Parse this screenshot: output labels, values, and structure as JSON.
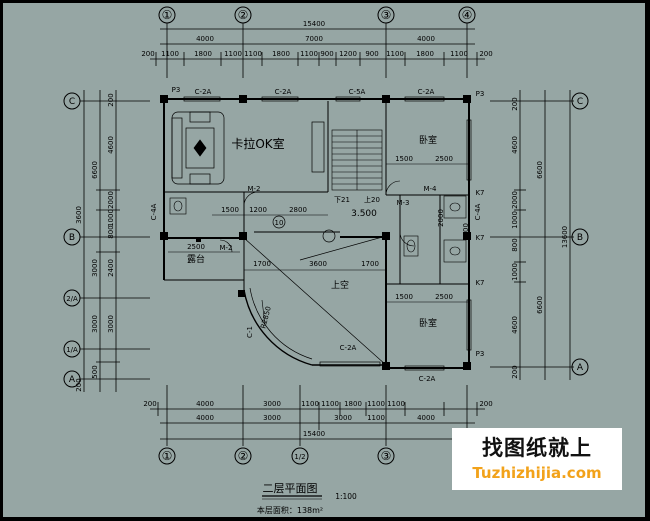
{
  "drawing": {
    "title": "二层平面图",
    "scale": "1:100",
    "area_label": "本层面积：138m²"
  },
  "axes": {
    "top": [
      "①",
      "②",
      "③",
      "④"
    ],
    "bottom": [
      "①",
      "②",
      "1/2",
      "③"
    ],
    "left": [
      "C",
      "B",
      "2/A",
      "1/A",
      "A"
    ],
    "right": [
      "C",
      "B",
      "A"
    ]
  },
  "dims": {
    "top_total": "15400",
    "top_row1": [
      "4000",
      "7000",
      "4000"
    ],
    "top_row2": [
      "200",
      "1100",
      "1800",
      "1100",
      "1100",
      "1800",
      "1100",
      "900",
      "1200",
      "900",
      "1100",
      "1800",
      "1100",
      "200"
    ],
    "bottom_row1": [
      "200",
      "4000",
      "3000",
      "1100",
      "1100",
      "1800",
      "1100",
      "1100",
      "200"
    ],
    "bottom_row2": [
      "4000",
      "3000",
      "3000",
      "1100",
      "4000"
    ],
    "bottom_total": "15400",
    "left_outer": [
      "3600",
      "6600",
      "3000",
      "3000"
    ],
    "left_mid": [
      "4600",
      "2000",
      "800",
      "1000",
      "2400",
      "3000",
      "3000"
    ],
    "left_inner": [
      "200",
      "1000",
      "500",
      "200"
    ],
    "right_outer": [
      "13600"
    ],
    "right_mid": [
      "6600",
      "6600"
    ],
    "right_inner": [
      "4600",
      "2000",
      "1000",
      "800",
      "1100",
      "1000",
      "4600",
      "200",
      "200"
    ],
    "inner": [
      "1500",
      "2500",
      "1500",
      "2500",
      "1500",
      "2800",
      "2500",
      "1700",
      "3600",
      "1700",
      "1200",
      "2000",
      "1100"
    ]
  },
  "rooms": [
    "卡拉OK室",
    "卧室",
    "卧室",
    "露台",
    "上空"
  ],
  "labels": {
    "elevation": "3.500",
    "doors": [
      "M-2",
      "M-3",
      "M-4",
      "M-2"
    ],
    "windows": [
      "C-2A",
      "C-2A",
      "C-5A",
      "C-2A",
      "C-2A",
      "C-2A",
      "C-4A",
      "C-4A",
      "C-1"
    ],
    "stair": [
      "下21",
      "上20"
    ],
    "arc": "R2850",
    "circle_mark": "10",
    "misc": [
      "P3",
      "P3",
      "P3",
      "K7",
      "K7",
      "K7"
    ]
  },
  "watermark": {
    "cn": "找图纸就上",
    "en": "Tuzhizhijia.com"
  },
  "colors": {
    "paper": "#96a6a4",
    "frame": "#000000",
    "line": "#000000",
    "watermark_accent": "#f2a21a"
  }
}
